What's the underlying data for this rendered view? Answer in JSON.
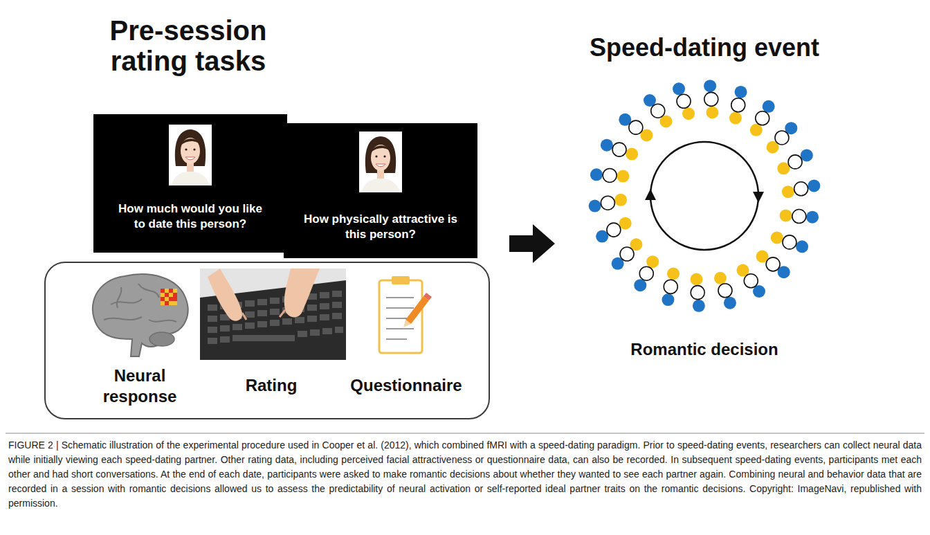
{
  "diagram": {
    "caption": "FIGURE 2 | Schematic illustration of the experimental procedure used in Cooper et al. (2012), which combined fMRI with a speed-dating paradigm. Prior to speed-dating events, researchers can collect neural data while initially viewing each speed-dating partner. Other rating data, including perceived facial attractiveness or questionnaire data, can also be recorded. In subsequent speed-dating events, participants met each other and had short conversations. At the end of each date, participants were asked to make romantic decisions about whether they wanted to see each partner again. Combining neural and behavior data that are recorded in a session with romantic decisions allowed us to assess the predictability of neural activation or self-reported ideal partner traits on the romantic decisions. Copyright: ImageNavi, republished with permission.",
    "nodes": [
      {
        "text": [
          "How much would you like to date this person?"
        ]
      },
      {
        "text": [
          "How physically attractive is this person?"
        ]
      },
      {
        "text": [
          "Neural response",
          "Rating",
          "Questionnaire"
        ]
      }
    ],
    "labels": [
      "Pre-session rating tasks",
      "Speed-dating event",
      "Romantic decision"
    ]
  }
}
